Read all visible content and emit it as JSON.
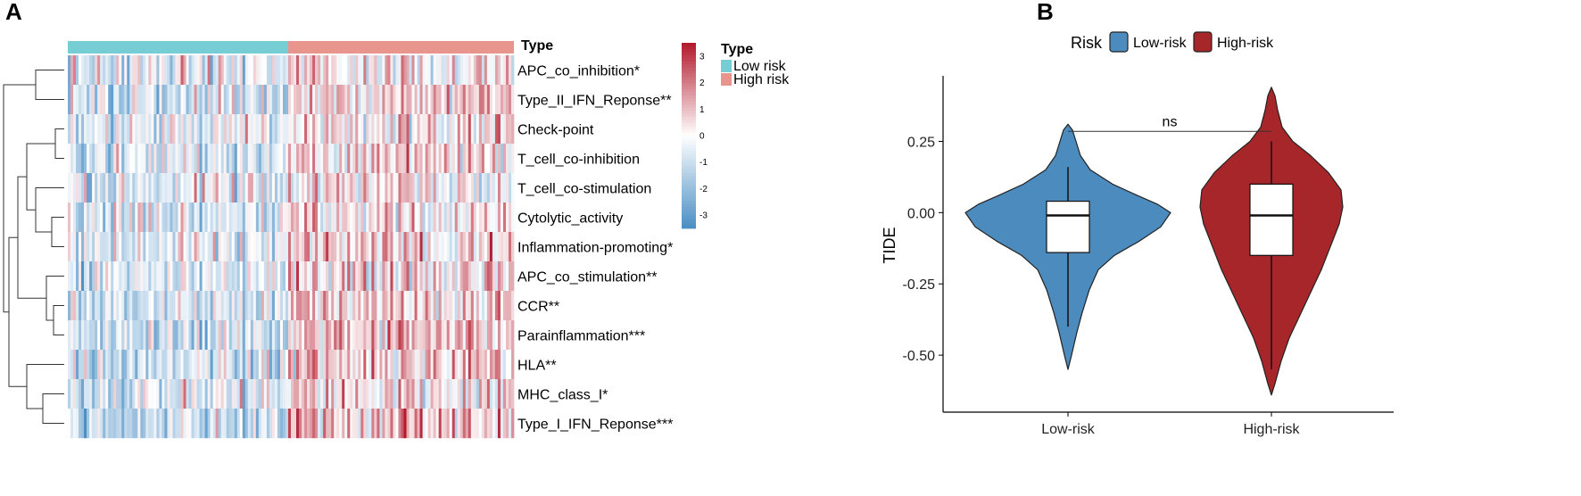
{
  "colors": {
    "low_risk": "#76CDD3",
    "high_risk": "#E8958D",
    "heat_high": "#B2182B",
    "heat_mid": "#FFFFFF",
    "heat_low": "#4A8EC4",
    "violin_low": "#4C8BBE",
    "violin_high": "#A7262A"
  },
  "panels": {
    "a": "A",
    "b": "B"
  },
  "chart_data": [
    {
      "type": "heatmap",
      "annotation_label": "Type",
      "groups": [
        {
          "name": "Low risk",
          "color": "#76CDD3"
        },
        {
          "name": "High risk",
          "color": "#E8958D"
        }
      ],
      "columns_per_group": [
        82,
        84
      ],
      "rows": [
        {
          "label": "APC_co_inhibition*",
          "bias": 0.5
        },
        {
          "label": "Type_II_IFN_Reponse**",
          "bias": 0.9
        },
        {
          "label": "Check-point",
          "bias": 0.5
        },
        {
          "label": "T_cell_co-inhibition",
          "bias": 0.6
        },
        {
          "label": "T_cell_co-stimulation",
          "bias": 0.5
        },
        {
          "label": "Cytolytic_activity",
          "bias": 0.5
        },
        {
          "label": "Inflammation-promoting*",
          "bias": 0.7
        },
        {
          "label": "APC_co_stimulation**",
          "bias": 0.8
        },
        {
          "label": "CCR**",
          "bias": 0.9
        },
        {
          "label": "Parainflammation***",
          "bias": 1.1
        },
        {
          "label": "HLA**",
          "bias": 0.8
        },
        {
          "label": "MHC_class_I*",
          "bias": 0.6
        },
        {
          "label": "Type_I_IFN_Reponse***",
          "bias": 1.1
        }
      ],
      "color_scale": {
        "range": [
          -3.5,
          3.5
        ],
        "ticks": [
          "3",
          "2",
          "1",
          "0",
          "-1",
          "-2",
          "-3"
        ]
      },
      "legend": {
        "title": "Type",
        "items": [
          "Low risk",
          "High risk"
        ]
      }
    },
    {
      "type": "violin",
      "legend_title": "Risk",
      "series": [
        {
          "name": "Low-risk",
          "color": "#4C8BBE",
          "box": {
            "whisker_low": -0.4,
            "q1": -0.14,
            "median": -0.01,
            "q3": 0.04,
            "whisker_high": 0.16
          },
          "range": [
            -0.55,
            0.31
          ]
        },
        {
          "name": "High-risk",
          "color": "#A7262A",
          "box": {
            "whisker_low": -0.55,
            "q1": -0.15,
            "median": -0.01,
            "q3": 0.1,
            "whisker_high": 0.25
          },
          "range": [
            -0.64,
            0.44
          ]
        }
      ],
      "categories": [
        "Low-risk",
        "High-risk"
      ],
      "ylabel": "TIDE",
      "yticks": [
        "0.25",
        "0.00",
        "-0.25",
        "-0.50"
      ],
      "ylim": [
        -0.7,
        0.48
      ],
      "annotation": "ns"
    }
  ]
}
